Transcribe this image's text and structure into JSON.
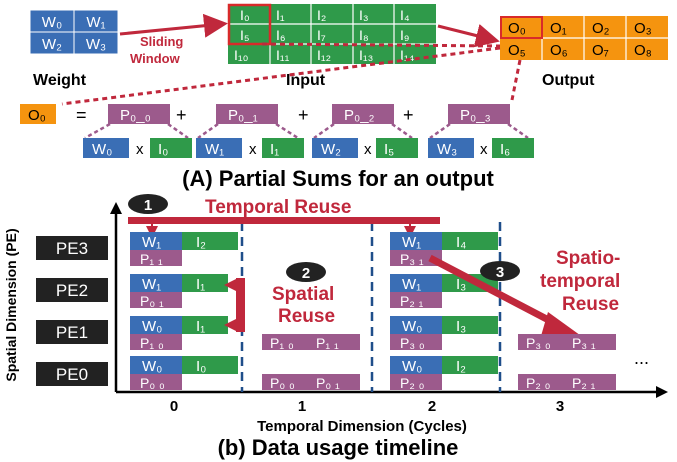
{
  "top": {
    "weight": {
      "cells": [
        "W₀",
        "W₁",
        "W₂",
        "W₃"
      ],
      "label": "Weight"
    },
    "sliding_window": {
      "line1": "Sliding",
      "line2": "Window"
    },
    "input": {
      "cells": [
        "I₀",
        "I₁",
        "I₂",
        "I₃",
        "I₄",
        "I₅",
        "I₆",
        "I₇",
        "I₈",
        "I₉",
        "I₁₀",
        "I₁₁",
        "I₁₂",
        "I₁₃",
        "I₁₄"
      ],
      "label": "Input"
    },
    "output": {
      "cells": [
        "O₀",
        "O₁",
        "O₂",
        "O₃",
        "O₅",
        "O₆",
        "O₇",
        "O₈"
      ],
      "label": "Output"
    }
  },
  "equation": {
    "lhs": "O₀",
    "eq": "=",
    "plus": "+",
    "times": "x",
    "terms": [
      {
        "p": "P₀_₀",
        "w": "W₀",
        "i": "I₀"
      },
      {
        "p": "P₀_₁",
        "w": "W₁",
        "i": "I₁"
      },
      {
        "p": "P₀_₂",
        "w": "W₂",
        "i": "I₅"
      },
      {
        "p": "P₀_₃",
        "w": "W₃",
        "i": "I₆"
      }
    ]
  },
  "caption_a": "(A) Partial Sums for an output",
  "timeline": {
    "ylabel": "Spatial Dimension (PE)",
    "xlabel": "Temporal Dimension (Cycles)",
    "pes": [
      "PE3",
      "PE2",
      "PE1",
      "PE0"
    ],
    "cycles": [
      "0",
      "1",
      "2",
      "3"
    ],
    "temporal_reuse": "Temporal Reuse",
    "spatial_reuse": {
      "line1": "Spatial",
      "line2": "Reuse"
    },
    "spatiotemporal_reuse": {
      "line1": "Spatio-",
      "line2": "temporal",
      "line3": "Reuse"
    },
    "markers": [
      "1",
      "2",
      "3"
    ],
    "ellipsis": "...",
    "c0": {
      "pe3": {
        "w": "W₁",
        "i": "I₂",
        "p": "P₁ ₁"
      },
      "pe2": {
        "w": "W₁",
        "i": "I₁",
        "p": "P₀ ₁"
      },
      "pe1": {
        "w": "W₀",
        "i": "I₁",
        "p": "P₁ ₀"
      },
      "pe0": {
        "w": "W₀",
        "i": "I₀",
        "p": "P₀ ₀"
      }
    },
    "c1": {
      "pe1": [
        "P₁ ₀",
        "P₁ ₁"
      ],
      "pe0": [
        "P₀ ₀",
        "P₀ ₁"
      ]
    },
    "c2": {
      "pe3": {
        "w": "W₁",
        "i": "I₄",
        "p": "P₃ ₁"
      },
      "pe2": {
        "w": "W₁",
        "i": "I₃",
        "p": "P₂ ₁"
      },
      "pe1": {
        "w": "W₀",
        "i": "I₃",
        "p": "P₃ ₀"
      },
      "pe0": {
        "w": "W₀",
        "i": "I₂",
        "p": "P₂ ₀"
      }
    },
    "c3": {
      "pe1": [
        "P₃ ₀",
        "P₃ ₁"
      ],
      "pe0": [
        "P₂ ₀",
        "P₂ ₁"
      ]
    }
  },
  "caption_b": "(b) Data usage timeline",
  "colors": {
    "blue": "#3a6eb5",
    "green": "#2f9a4a",
    "orange": "#f5940f",
    "purple": "#9c5a8c",
    "red": "#c0283c"
  }
}
